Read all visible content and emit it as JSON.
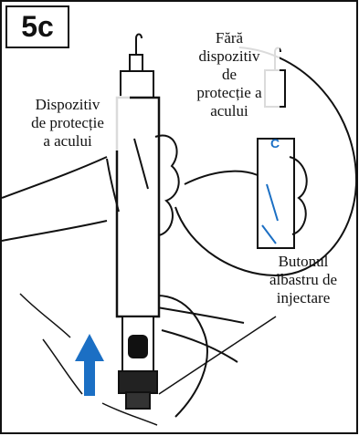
{
  "step": {
    "label": "5c"
  },
  "labels": {
    "with_guard": "Dispozitiv\nde protecție\na acului",
    "without_guard": "Fără\ndispozitiv\nde\nprotecție a\nacului",
    "blue_button": "Butonul\nalbastru de\ninjectare"
  },
  "icons": {
    "arrow": "up-arrow-icon",
    "button_marker": "c-letter"
  },
  "colors": {
    "arrow": "#1b6fc4",
    "button_text": "#1b6fc4",
    "line": "#111111"
  }
}
